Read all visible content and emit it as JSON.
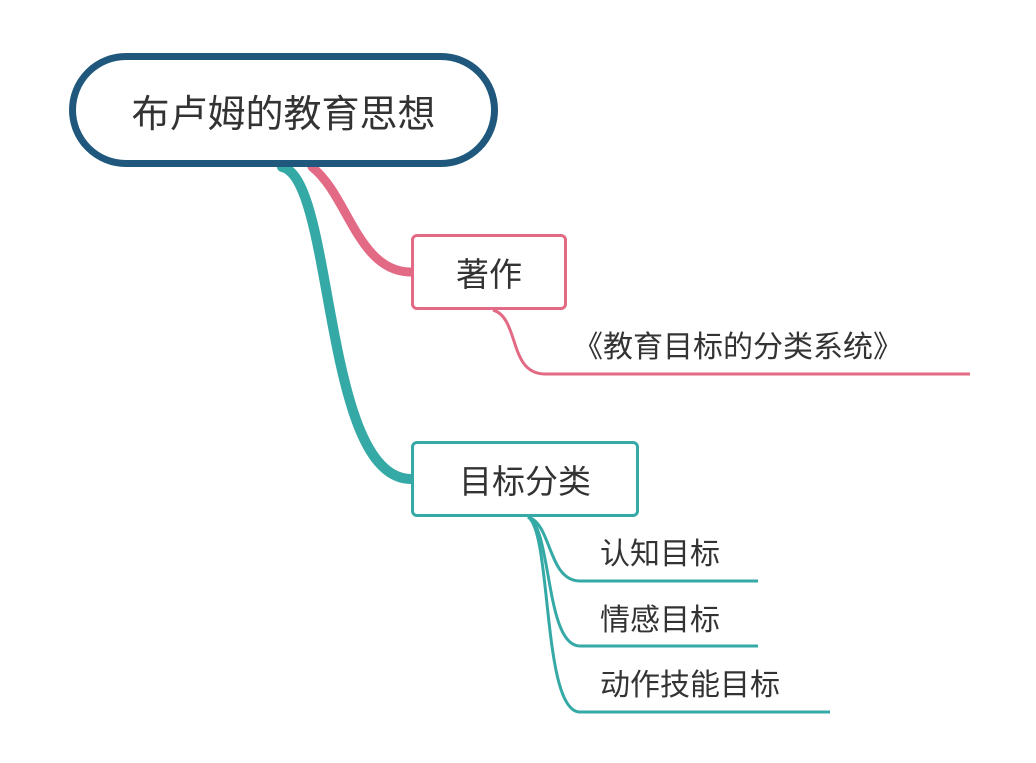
{
  "central_topic": {
    "label": "布卢姆的教育思想"
  },
  "branches": [
    {
      "label": "著作",
      "color": "#e36a84",
      "children": [
        {
          "label": "《教育目标的分类系统》"
        }
      ]
    },
    {
      "label": "目标分类",
      "color": "#35a9a6",
      "children": [
        {
          "label": "认知目标"
        },
        {
          "label": "情感目标"
        },
        {
          "label": "动作技能目标"
        }
      ]
    }
  ],
  "colors": {
    "root_border": "#1f587c",
    "text": "#333333"
  }
}
